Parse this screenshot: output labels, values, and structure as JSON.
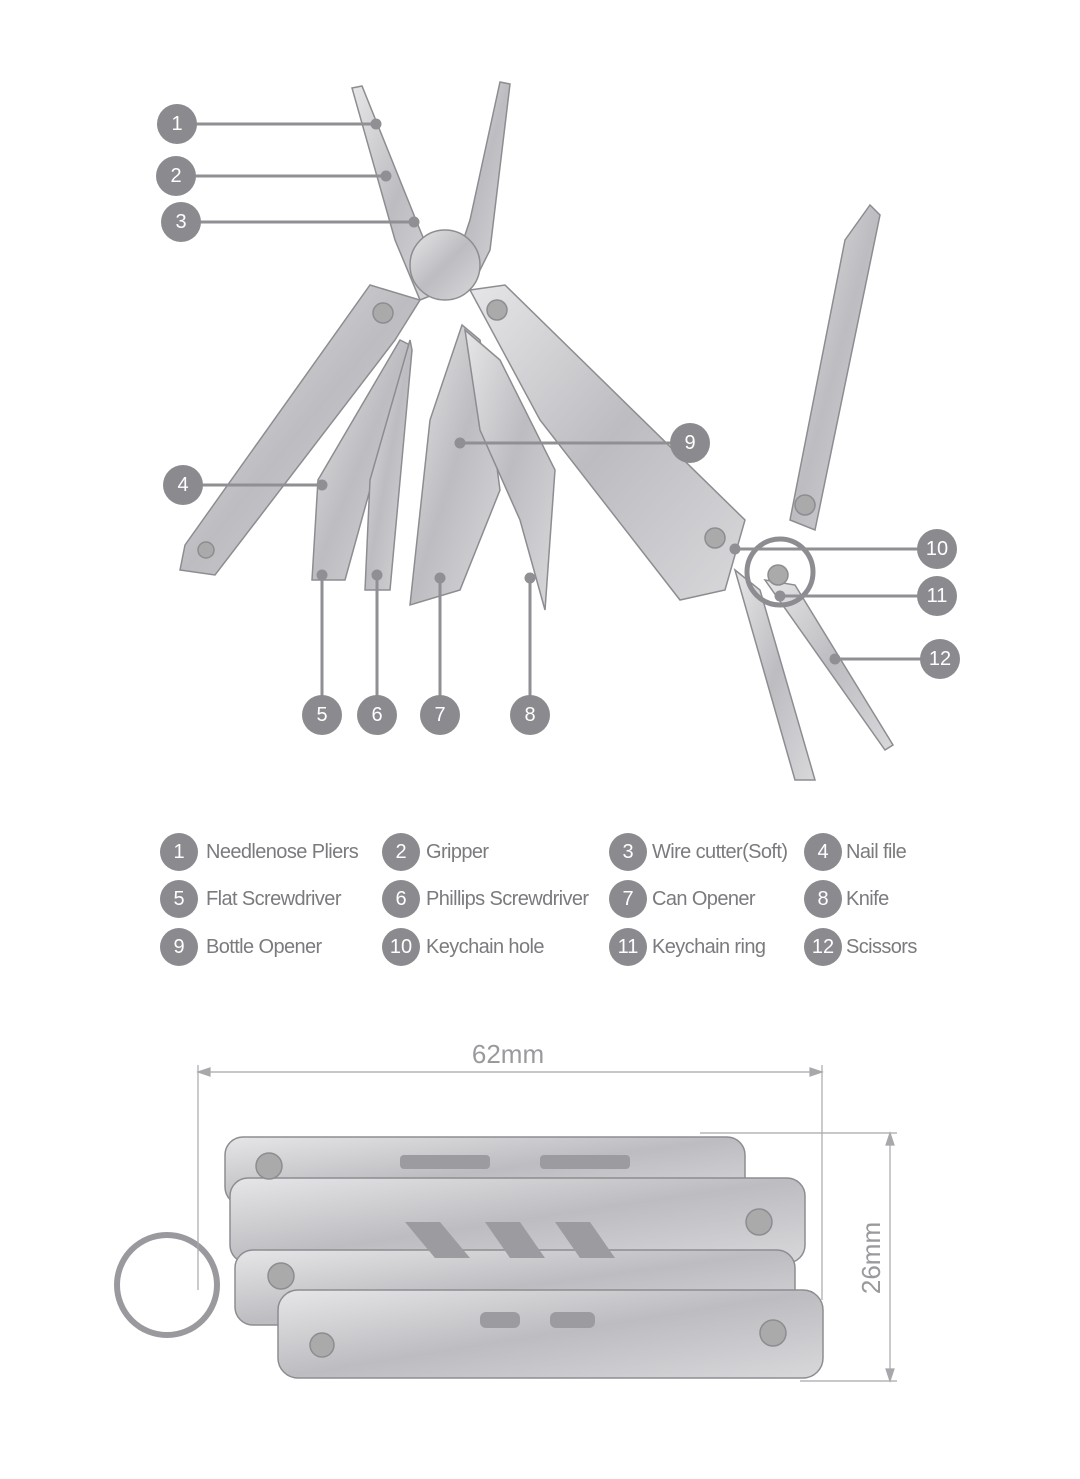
{
  "colors": {
    "badge": "#8a8a8f",
    "callout_line": "#8f8f94",
    "legend_text": "#7b7b7f",
    "steel": "#c9c9cc",
    "steel_dark": "#8d8d91"
  },
  "callouts": [
    {
      "n": "1",
      "label": "Needlenose Pliers"
    },
    {
      "n": "2",
      "label": "Gripper"
    },
    {
      "n": "3",
      "label": "Wire cutter(Soft)"
    },
    {
      "n": "4",
      "label": "Nail file"
    },
    {
      "n": "5",
      "label": "Flat Screwdriver"
    },
    {
      "n": "6",
      "label": "Phillips Screwdriver"
    },
    {
      "n": "7",
      "label": "Can Opener"
    },
    {
      "n": "8",
      "label": "Knife"
    },
    {
      "n": "9",
      "label": "Bottle Opener"
    },
    {
      "n": "10",
      "label": "Keychain hole"
    },
    {
      "n": "11",
      "label": "Keychain ring"
    },
    {
      "n": "12",
      "label": "Scissors"
    }
  ],
  "dimensions": {
    "width": "62mm",
    "height": "26mm"
  }
}
